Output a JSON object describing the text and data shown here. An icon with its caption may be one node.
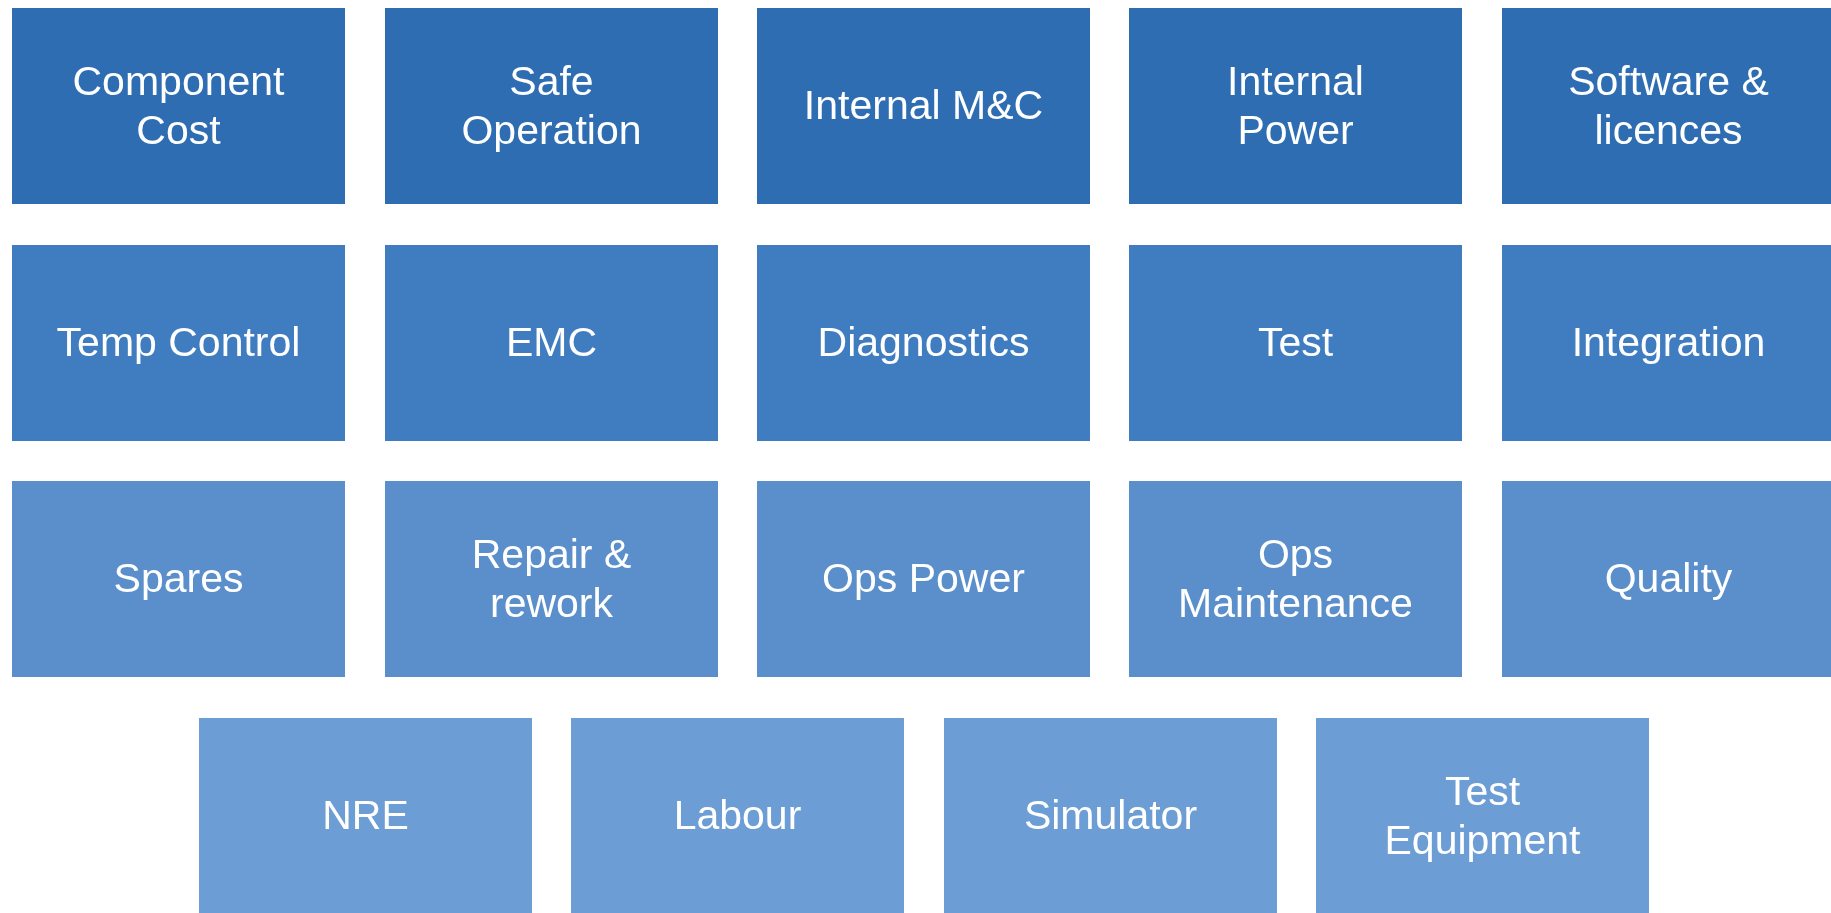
{
  "diagram": {
    "nodes": [
      {
        "text": [
          "Component Cost"
        ]
      },
      {
        "text": [
          "Safe Operation"
        ]
      },
      {
        "text": [
          "Internal M&C"
        ]
      },
      {
        "text": [
          "Internal Power"
        ]
      },
      {
        "text": [
          "Software & licences"
        ]
      },
      {
        "text": [
          "Temp Control"
        ]
      },
      {
        "text": [
          "EMC"
        ]
      },
      {
        "text": [
          "Diagnostics"
        ]
      },
      {
        "text": [
          "Test"
        ]
      },
      {
        "text": [
          "Integration"
        ]
      },
      {
        "text": [
          "Spares"
        ]
      },
      {
        "text": [
          "Repair & rework"
        ]
      },
      {
        "text": [
          "Ops Power"
        ]
      },
      {
        "text": [
          "Ops Maintenance"
        ]
      },
      {
        "text": [
          "Quality"
        ]
      },
      {
        "text": [
          "NRE"
        ]
      },
      {
        "text": [
          "Labour"
        ]
      },
      {
        "text": [
          "Simulator"
        ]
      },
      {
        "text": [
          "Test Equipment"
        ]
      }
    ]
  }
}
